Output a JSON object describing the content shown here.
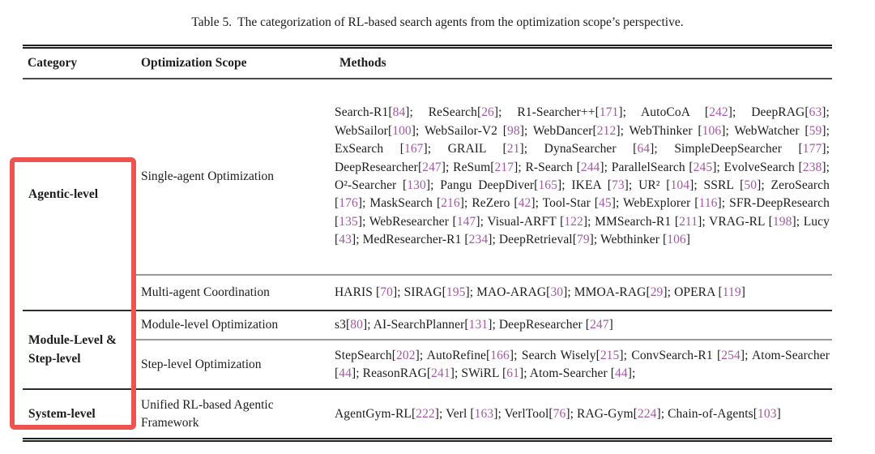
{
  "caption": {
    "label": "Table 5.",
    "text": "The categorization of RL-based search agents from the optimization scope’s perspective."
  },
  "colors": {
    "citation": "#a259a2",
    "annotation_box": "#ef5350",
    "text": "#1c1c1c"
  },
  "annotation": {
    "red_box_region": "Category column rows (Agentic-level, Module-Level & Step-level, System-level)"
  },
  "table": {
    "headers": [
      "Category",
      "Optimization Scope",
      "Methods"
    ],
    "rows": [
      {
        "category": "Agentic-level",
        "scope": "Single-agent Optimization",
        "methods": {
          "trailing_semicolon": false,
          "items": [
            {
              "name": "Search-R1",
              "ref": "84"
            },
            {
              "name": "ReSearch",
              "ref": "26"
            },
            {
              "name": "R1-Searcher++",
              "ref": "171"
            },
            {
              "name": "AutoCoA ",
              "ref": "242"
            },
            {
              "name": "DeepRAG",
              "ref": "63"
            },
            {
              "name": "WebSailor",
              "ref": "100"
            },
            {
              "name": "WebSailor-V2 ",
              "ref": "98"
            },
            {
              "name": "WebDancer",
              "ref": "212"
            },
            {
              "name": "WebThinker ",
              "ref": "106"
            },
            {
              "name": "WebWatcher ",
              "ref": "59"
            },
            {
              "name": "ExSearch ",
              "ref": "167"
            },
            {
              "name": "GRAIL ",
              "ref": "21"
            },
            {
              "name": "DynaSearcher ",
              "ref": "64"
            },
            {
              "name": "SimpleDeepSearcher ",
              "ref": "177"
            },
            {
              "name": "DeepResearcher",
              "ref": "247"
            },
            {
              "name": "ReSum",
              "ref": "217"
            },
            {
              "name": "R-Search ",
              "ref": "244"
            },
            {
              "name": "ParallelSearch ",
              "ref": "245"
            },
            {
              "name": "EvolveSearch ",
              "ref": "238"
            },
            {
              "name": "O²-Searcher ",
              "ref": "130"
            },
            {
              "name": "Pangu DeepDiver",
              "ref": "165"
            },
            {
              "name": "IKEA ",
              "ref": "73"
            },
            {
              "name": "UR² ",
              "ref": "104"
            },
            {
              "name": "SSRL ",
              "ref": "50"
            },
            {
              "name": "ZeroSearch ",
              "ref": "176"
            },
            {
              "name": "MaskSearch ",
              "ref": "216"
            },
            {
              "name": "ReZero ",
              "ref": "42"
            },
            {
              "name": "Tool-Star ",
              "ref": "45"
            },
            {
              "name": "WebExplorer ",
              "ref": "116"
            },
            {
              "name": "SFR-DeepResearch ",
              "ref": "135"
            },
            {
              "name": "WebResearcher ",
              "ref": "147"
            },
            {
              "name": "Visual-ARFT ",
              "ref": "122"
            },
            {
              "name": "MMSearch-R1 ",
              "ref": "211"
            },
            {
              "name": "VRAG-RL ",
              "ref": "198"
            },
            {
              "name": "Lucy ",
              "ref": "43"
            },
            {
              "name": "MedResearcher-R1 ",
              "ref": "234"
            },
            {
              "name": "DeepRetrieval",
              "ref": "79"
            },
            {
              "name": "Webthinker ",
              "ref": "106"
            }
          ]
        }
      },
      {
        "scope": "Multi-agent Coordination",
        "methods": {
          "trailing_semicolon": false,
          "items": [
            {
              "name": "HARIS ",
              "ref": "70"
            },
            {
              "name": "SIRAG",
              "ref": "195"
            },
            {
              "name": "MAO-ARAG",
              "ref": "30"
            },
            {
              "name": "MMOA-RAG",
              "ref": "29"
            },
            {
              "name": "OPERA ",
              "ref": "119"
            }
          ]
        }
      },
      {
        "category": "Module-Level & Step-level",
        "scope": "Module-level Optimization",
        "methods": {
          "trailing_semicolon": false,
          "items": [
            {
              "name": "s3",
              "ref": "80"
            },
            {
              "name": "AI-SearchPlanner",
              "ref": "131"
            },
            {
              "name": "DeepResearcher ",
              "ref": "247"
            }
          ]
        }
      },
      {
        "scope": "Step-level Optimization",
        "methods": {
          "trailing_semicolon": true,
          "items": [
            {
              "name": "StepSearch",
              "ref": "202"
            },
            {
              "name": "AutoRefine",
              "ref": "166"
            },
            {
              "name": "Search Wisely",
              "ref": "215"
            },
            {
              "name": "ConvSearch-R1 ",
              "ref": "254"
            },
            {
              "name": "Atom-Searcher ",
              "ref": "44"
            },
            {
              "name": "ReasonRAG",
              "ref": "241"
            },
            {
              "name": "SWiRL ",
              "ref": "61"
            },
            {
              "name": "Atom-Searcher ",
              "ref": "44"
            }
          ]
        }
      },
      {
        "category": "System-level",
        "scope": "Unified RL-based Agentic Framework",
        "methods": {
          "trailing_semicolon": false,
          "items": [
            {
              "name": "AgentGym-RL",
              "ref": "222"
            },
            {
              "name": "Verl ",
              "ref": "163"
            },
            {
              "name": "VerlTool",
              "ref": "76"
            },
            {
              "name": "RAG-Gym",
              "ref": "224"
            },
            {
              "name": "Chain-of-Agents",
              "ref": "103"
            }
          ]
        }
      }
    ]
  }
}
